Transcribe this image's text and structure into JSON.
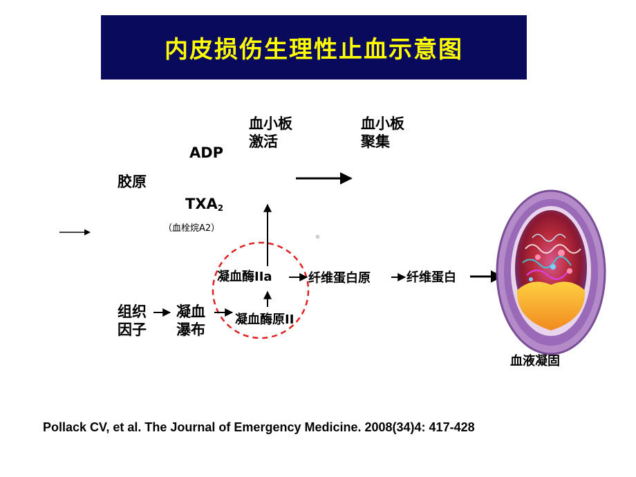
{
  "title": "内皮损伤生理性止血示意图",
  "labels": {
    "adp": "ADP",
    "collagen": "胶原",
    "txa2_main": "TXA",
    "txa2_sub": "2",
    "txa2_note": "（血栓烷A2）",
    "platelet_activation_1": "血小板",
    "platelet_activation_2": "激活",
    "platelet_aggregation_1": "血小板",
    "platelet_aggregation_2": "聚集",
    "thrombin": "凝血酶IIa",
    "fibrinogen": "纤维蛋白原",
    "fibrin": "纤维蛋白",
    "tissue_factor_1": "组织",
    "tissue_factor_2": "因子",
    "coag_cascade_1": "凝血",
    "coag_cascade_2": "瀑布",
    "prothrombin": "凝血酶原II",
    "blood_clot": "血液凝固"
  },
  "citation": "Pollack CV, et al. The Journal of Emergency Medicine. 2008(34)4: 417-428",
  "colors": {
    "title_bg": "#0a0a5c",
    "title_text": "#ffff00",
    "highlight_circle": "#e02020"
  }
}
